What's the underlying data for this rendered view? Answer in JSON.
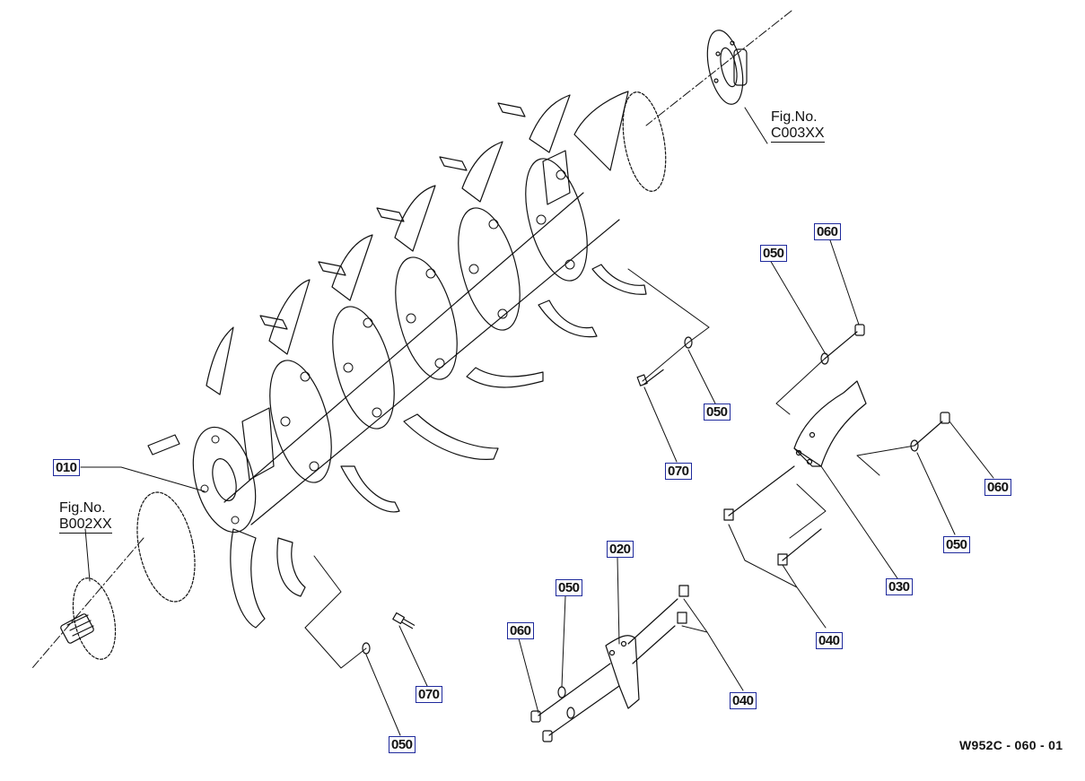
{
  "figure_refs": {
    "top": {
      "line1": "Fig.No.",
      "line2": "C003XX"
    },
    "left": {
      "line1": "Fig.No.",
      "line2": "B002XX"
    }
  },
  "callouts": {
    "c010": "010",
    "c020": "020",
    "c030": "030",
    "c040_a": "040",
    "c040_b": "040",
    "c050_a": "050",
    "c050_b": "050",
    "c050_c": "050",
    "c050_d": "050",
    "c050_e": "050",
    "c060_a": "060",
    "c060_b": "060",
    "c060_c": "060",
    "c070_a": "070",
    "c070_b": "070"
  },
  "sheet_id": "W952C - 060 - 01",
  "colors": {
    "line": "#111111",
    "callout_border": "#1f2a9c"
  }
}
